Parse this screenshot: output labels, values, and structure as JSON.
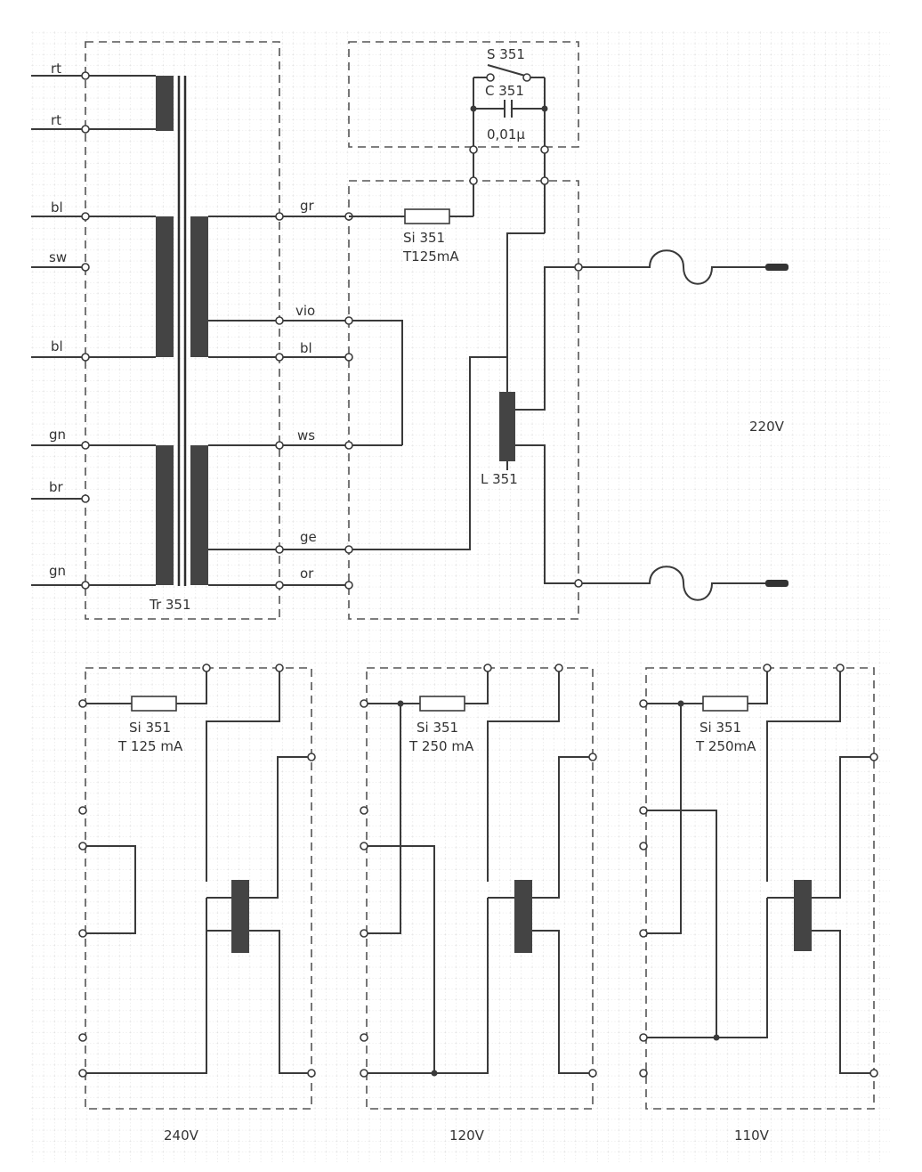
{
  "wire_colors_left": [
    "rt",
    "rt",
    "bl",
    "sw",
    "bl",
    "gn",
    "br",
    "gn"
  ],
  "wire_colors_mid": [
    "gr",
    "vio",
    "bl",
    "ws",
    "ge",
    "or"
  ],
  "transformer": {
    "label": "Tr 351"
  },
  "switch": {
    "label": "S 351"
  },
  "capacitor": {
    "label": "C 351",
    "value": "0,01μ"
  },
  "top_fuse": {
    "label": "Si 351",
    "rating": "T125mA"
  },
  "choke": {
    "label": "L 351"
  },
  "mains_voltage": "220V",
  "variants": [
    {
      "voltage": "240V",
      "fuse_label": "Si 351",
      "fuse_rating": "T 125 mA"
    },
    {
      "voltage": "120V",
      "fuse_label": "Si 351",
      "fuse_rating": "T 250 mA"
    },
    {
      "voltage": "110V",
      "fuse_label": "Si 351",
      "fuse_rating": "T 250mA"
    }
  ],
  "style": {
    "ink": "#3a3a3a",
    "grid": "#bdbdbd",
    "paper": "#ffffff"
  }
}
